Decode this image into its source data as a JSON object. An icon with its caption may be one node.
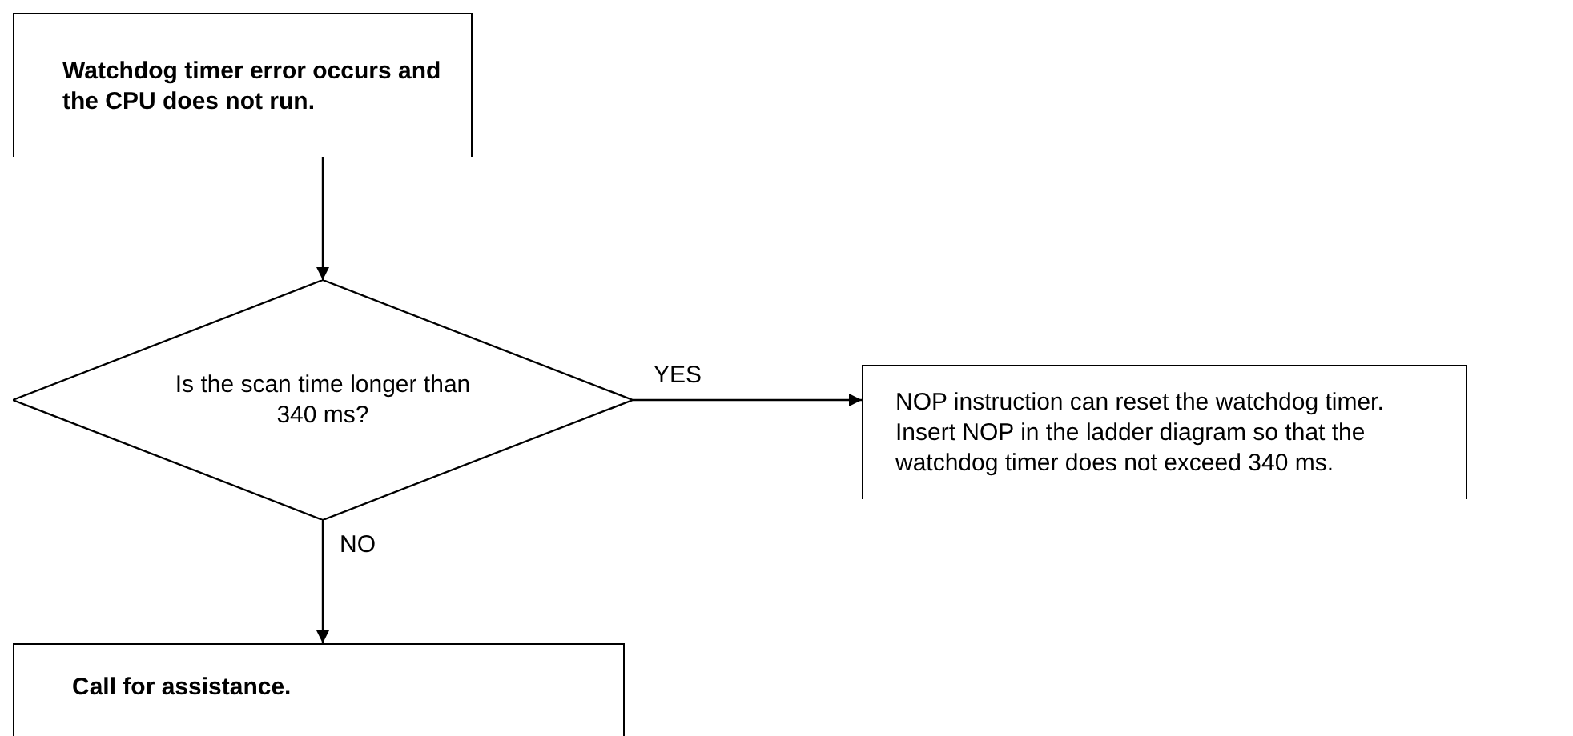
{
  "diagram": {
    "nodes": [
      {
        "text": [
          "Watchdog timer error occurs and the CPU does not run."
        ]
      },
      {
        "text": [
          "Is the scan time longer than 340 ms?"
        ]
      },
      {
        "text": [
          "NOP instruction can reset the watchdog timer. Insert NOP in the ladder diagram so that the watchdog timer does not exceed 340 ms."
        ]
      },
      {
        "text": [
          "Call for assistance."
        ]
      }
    ],
    "edges": [
      {
        "from": 0,
        "to": 1,
        "arrow": "to"
      },
      {
        "from": 1,
        "to": 2,
        "arrow": "to",
        "label": "YES"
      },
      {
        "from": 1,
        "to": 3,
        "arrow": "to",
        "label": "NO"
      }
    ]
  }
}
